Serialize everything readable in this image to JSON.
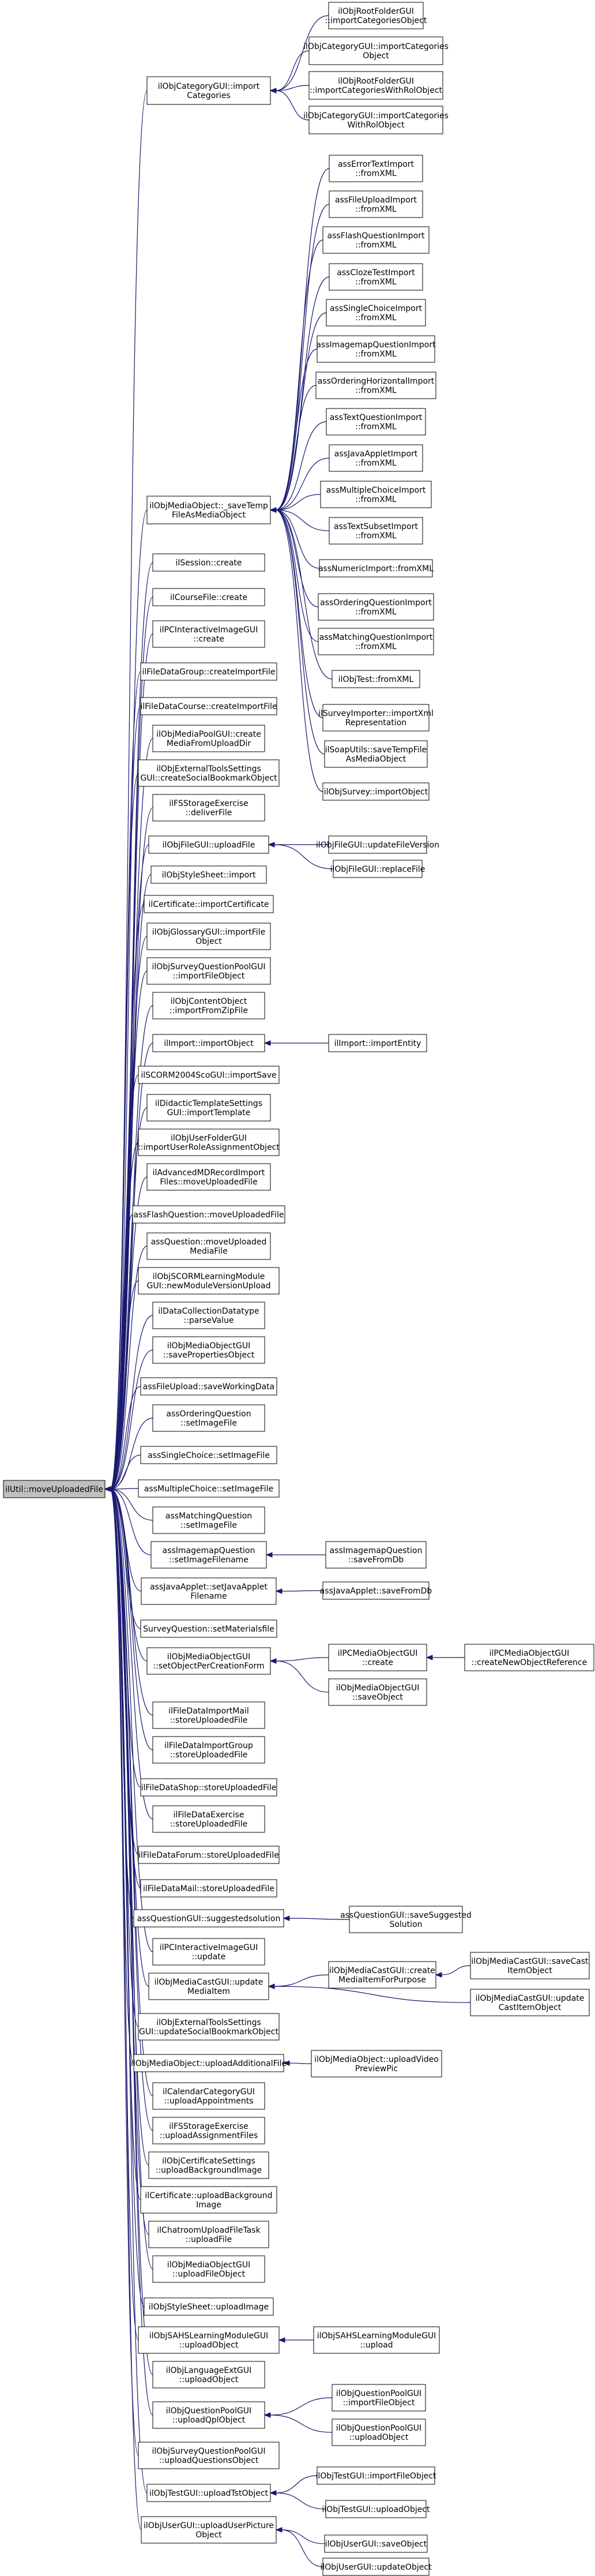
{
  "graph": {
    "root": "ilUtil::moveUploadedFile",
    "colors": {
      "edge": "#191970",
      "root_fill": "#bfbfbf",
      "node_fill": "#ffffff",
      "node_border": "#000000"
    },
    "nodes": [
      {
        "id": "root",
        "lines": [
          "ilUtil::moveUploadedFile"
        ]
      },
      {
        "id": "a1",
        "lines": [
          "ilObjCategoryGUI::import",
          "Categories"
        ]
      },
      {
        "id": "a1_1",
        "lines": [
          "ilObjRootFolderGUI",
          "::importCategoriesObject"
        ]
      },
      {
        "id": "a1_2",
        "lines": [
          "ilObjCategoryGUI::importCategories",
          "Object"
        ]
      },
      {
        "id": "a1_3",
        "lines": [
          "ilObjRootFolderGUI",
          "::importCategoriesWithRolObject"
        ]
      },
      {
        "id": "a1_4",
        "lines": [
          "ilObjCategoryGUI::importCategories",
          "WithRolObject"
        ]
      },
      {
        "id": "a2",
        "lines": [
          "ilObjMediaObject::_saveTemp",
          "FileAsMediaObject"
        ]
      },
      {
        "id": "a2_1",
        "lines": [
          "assErrorTextImport",
          "::fromXML"
        ]
      },
      {
        "id": "a2_2",
        "lines": [
          "assFileUploadImport",
          "::fromXML"
        ]
      },
      {
        "id": "a2_3",
        "lines": [
          "assFlashQuestionImport",
          "::fromXML"
        ]
      },
      {
        "id": "a2_4",
        "lines": [
          "assClozeTestImport",
          "::fromXML"
        ]
      },
      {
        "id": "a2_5",
        "lines": [
          "assSingleChoiceImport",
          "::fromXML"
        ]
      },
      {
        "id": "a2_6",
        "lines": [
          "assImagemapQuestionImport",
          "::fromXML"
        ]
      },
      {
        "id": "a2_7",
        "lines": [
          "assOrderingHorizontalImport",
          "::fromXML"
        ]
      },
      {
        "id": "a2_8",
        "lines": [
          "assTextQuestionImport",
          "::fromXML"
        ]
      },
      {
        "id": "a2_9",
        "lines": [
          "assJavaAppletImport",
          "::fromXML"
        ]
      },
      {
        "id": "a2_10",
        "lines": [
          "assMultipleChoiceImport",
          "::fromXML"
        ]
      },
      {
        "id": "a2_11",
        "lines": [
          "assTextSubsetImport",
          "::fromXML"
        ]
      },
      {
        "id": "a2_12",
        "lines": [
          "assNumericImport::fromXML"
        ]
      },
      {
        "id": "a2_13",
        "lines": [
          "assOrderingQuestionImport",
          "::fromXML"
        ]
      },
      {
        "id": "a2_14",
        "lines": [
          "assMatchingQuestionImport",
          "::fromXML"
        ]
      },
      {
        "id": "a2_15",
        "lines": [
          "ilObjTest::fromXML"
        ]
      },
      {
        "id": "a2_16",
        "lines": [
          "ilSurveyImporter::importXml",
          "Representation"
        ]
      },
      {
        "id": "a2_17",
        "lines": [
          "ilSoapUtils::saveTempFile",
          "AsMediaObject"
        ]
      },
      {
        "id": "a2_18",
        "lines": [
          "ilObjSurvey::importObject"
        ]
      },
      {
        "id": "a3",
        "lines": [
          "ilSession::create"
        ]
      },
      {
        "id": "a4",
        "lines": [
          "ilCourseFile::create"
        ]
      },
      {
        "id": "a5",
        "lines": [
          "ilPCInteractiveImageGUI",
          "::create"
        ]
      },
      {
        "id": "a6",
        "lines": [
          "ilFileDataGroup::createImportFile"
        ]
      },
      {
        "id": "a7",
        "lines": [
          "ilFileDataCourse::createImportFile"
        ]
      },
      {
        "id": "a8",
        "lines": [
          "ilObjMediaPoolGUI::create",
          "MediaFromUploadDir"
        ]
      },
      {
        "id": "a9",
        "lines": [
          "ilObjExternalToolsSettings",
          "GUI::createSocialBookmarkObject"
        ]
      },
      {
        "id": "a10",
        "lines": [
          "ilFSStorageExercise",
          "::deliverFile"
        ]
      },
      {
        "id": "a11",
        "lines": [
          "ilObjFileGUI::uploadFile"
        ]
      },
      {
        "id": "a11_1",
        "lines": [
          "ilObjFileGUI::updateFileVersion"
        ]
      },
      {
        "id": "a11_2",
        "lines": [
          "ilObjFileGUI::replaceFile"
        ]
      },
      {
        "id": "a12",
        "lines": [
          "ilObjStyleSheet::import"
        ]
      },
      {
        "id": "a13",
        "lines": [
          "ilCertificate::importCertificate"
        ]
      },
      {
        "id": "a14",
        "lines": [
          "ilObjGlossaryGUI::importFile",
          "Object"
        ]
      },
      {
        "id": "a15",
        "lines": [
          "ilObjSurveyQuestionPoolGUI",
          "::importFileObject"
        ]
      },
      {
        "id": "a16",
        "lines": [
          "ilObjContentObject",
          "::importFromZipFile"
        ]
      },
      {
        "id": "a17",
        "lines": [
          "ilImport::importObject"
        ]
      },
      {
        "id": "a17_1",
        "lines": [
          "ilImport::importEntity"
        ]
      },
      {
        "id": "a18",
        "lines": [
          "ilSCORM2004ScoGUI::importSave"
        ]
      },
      {
        "id": "a19",
        "lines": [
          "ilDidacticTemplateSettings",
          "GUI::importTemplate"
        ]
      },
      {
        "id": "a20",
        "lines": [
          "ilObjUserFolderGUI",
          "::importUserRoleAssignmentObject"
        ]
      },
      {
        "id": "a21",
        "lines": [
          "ilAdvancedMDRecordImport",
          "Files::moveUploadedFile"
        ]
      },
      {
        "id": "a22",
        "lines": [
          "assFlashQuestion::moveUploadedFile"
        ]
      },
      {
        "id": "a23",
        "lines": [
          "assQuestion::moveUploaded",
          "MediaFile"
        ]
      },
      {
        "id": "a24",
        "lines": [
          "ilObjSCORMLearningModule",
          "GUI::newModuleVersionUpload"
        ]
      },
      {
        "id": "a25",
        "lines": [
          "ilDataCollectionDatatype",
          "::parseValue"
        ]
      },
      {
        "id": "a26",
        "lines": [
          "ilObjMediaObjectGUI",
          "::savePropertiesObject"
        ]
      },
      {
        "id": "a27",
        "lines": [
          "assFileUpload::saveWorkingData"
        ]
      },
      {
        "id": "a28",
        "lines": [
          "assOrderingQuestion",
          "::setImageFile"
        ]
      },
      {
        "id": "a29",
        "lines": [
          "assSingleChoice::setImageFile"
        ]
      },
      {
        "id": "a30",
        "lines": [
          "assMultipleChoice::setImageFile"
        ]
      },
      {
        "id": "a31",
        "lines": [
          "assMatchingQuestion",
          "::setImageFile"
        ]
      },
      {
        "id": "a32",
        "lines": [
          "assImagemapQuestion",
          "::setImageFilename"
        ]
      },
      {
        "id": "a32_1",
        "lines": [
          "assImagemapQuestion",
          "::saveFromDb"
        ]
      },
      {
        "id": "a33",
        "lines": [
          "assJavaApplet::setJavaApplet",
          "Filename"
        ]
      },
      {
        "id": "a33_1",
        "lines": [
          "assJavaApplet::saveFromDb"
        ]
      },
      {
        "id": "a34",
        "lines": [
          "SurveyQuestion::setMaterialsfile"
        ]
      },
      {
        "id": "a35",
        "lines": [
          "ilObjMediaObjectGUI",
          "::setObjectPerCreationForm"
        ]
      },
      {
        "id": "a35_1",
        "lines": [
          "ilPCMediaObjectGUI",
          "::create"
        ]
      },
      {
        "id": "a35_1_1",
        "lines": [
          "ilPCMediaObjectGUI",
          "::createNewObjectReference"
        ]
      },
      {
        "id": "a35_2",
        "lines": [
          "ilObjMediaObjectGUI",
          "::saveObject"
        ]
      },
      {
        "id": "a36",
        "lines": [
          "ilFileDataImportMail",
          "::storeUploadedFile"
        ]
      },
      {
        "id": "a37",
        "lines": [
          "ilFileDataImportGroup",
          "::storeUploadedFile"
        ]
      },
      {
        "id": "a38",
        "lines": [
          "ilFileDataShop::storeUploadedFile"
        ]
      },
      {
        "id": "a39",
        "lines": [
          "ilFileDataExercise",
          "::storeUploadedFile"
        ]
      },
      {
        "id": "a40",
        "lines": [
          "ilFileDataForum::storeUploadedFile"
        ]
      },
      {
        "id": "a41",
        "lines": [
          "ilFileDataMail::storeUploadedFile"
        ]
      },
      {
        "id": "a42",
        "lines": [
          "assQuestionGUI::suggestedsolution"
        ]
      },
      {
        "id": "a42_1",
        "lines": [
          "assQuestionGUI::saveSuggested",
          "Solution"
        ]
      },
      {
        "id": "a43",
        "lines": [
          "ilPCInteractiveImageGUI",
          "::update"
        ]
      },
      {
        "id": "a44",
        "lines": [
          "ilObjMediaCastGUI::update",
          "MediaItem"
        ]
      },
      {
        "id": "a44_1",
        "lines": [
          "ilObjMediaCastGUI::create",
          "MediaItemForPurpose"
        ]
      },
      {
        "id": "a44_1_1",
        "lines": [
          "ilObjMediaCastGUI::saveCast",
          "ItemObject"
        ]
      },
      {
        "id": "a44_2",
        "lines": [
          "ilObjMediaCastGUI::update",
          "CastItemObject"
        ]
      },
      {
        "id": "a45",
        "lines": [
          "ilObjExternalToolsSettings",
          "GUI::updateSocialBookmarkObject"
        ]
      },
      {
        "id": "a46",
        "lines": [
          "ilObjMediaObject::uploadAdditionalFile"
        ]
      },
      {
        "id": "a46_1",
        "lines": [
          "ilObjMediaObject::uploadVideo",
          "PreviewPic"
        ]
      },
      {
        "id": "a47",
        "lines": [
          "ilCalendarCategoryGUI",
          "::uploadAppointments"
        ]
      },
      {
        "id": "a48",
        "lines": [
          "ilFSStorageExercise",
          "::uploadAssignmentFiles"
        ]
      },
      {
        "id": "a49",
        "lines": [
          "ilObjCertificateSettings",
          "::uploadBackgroundImage"
        ]
      },
      {
        "id": "a50",
        "lines": [
          "ilCertificate::uploadBackground",
          "Image"
        ]
      },
      {
        "id": "a51",
        "lines": [
          "ilChatroomUploadFileTask",
          "::uploadFile"
        ]
      },
      {
        "id": "a52",
        "lines": [
          "ilObjMediaObjectGUI",
          "::uploadFileObject"
        ]
      },
      {
        "id": "a53",
        "lines": [
          "ilObjStyleSheet::uploadImage"
        ]
      },
      {
        "id": "a54",
        "lines": [
          "ilObjSAHSLearningModuleGUI",
          "::uploadObject"
        ]
      },
      {
        "id": "a54_1",
        "lines": [
          "ilObjSAHSLearningModuleGUI",
          "::upload"
        ]
      },
      {
        "id": "a55",
        "lines": [
          "ilObjLanguageExtGUI",
          "::uploadObject"
        ]
      },
      {
        "id": "a56",
        "lines": [
          "ilObjQuestionPoolGUI",
          "::uploadQplObject"
        ]
      },
      {
        "id": "a56_1",
        "lines": [
          "ilObjQuestionPoolGUI",
          "::importFileObject"
        ]
      },
      {
        "id": "a56_2",
        "lines": [
          "ilObjQuestionPoolGUI",
          "::uploadObject"
        ]
      },
      {
        "id": "a57",
        "lines": [
          "ilObjSurveyQuestionPoolGUI",
          "::uploadQuestionsObject"
        ]
      },
      {
        "id": "a58",
        "lines": [
          "ilObjTestGUI::uploadTstObject"
        ]
      },
      {
        "id": "a58_1",
        "lines": [
          "ilObjTestGUI::importFileObject"
        ]
      },
      {
        "id": "a58_2",
        "lines": [
          "ilObjTestGUI::uploadObject"
        ]
      },
      {
        "id": "a59",
        "lines": [
          "ilObjUserGUI::uploadUserPicture",
          "Object"
        ]
      },
      {
        "id": "a59_1",
        "lines": [
          "ilObjUserGUI::saveObject"
        ]
      },
      {
        "id": "a59_2",
        "lines": [
          "ilObjUserGUI::updateObject"
        ]
      }
    ],
    "edges": [
      [
        "a1",
        "root"
      ],
      [
        "a2",
        "root"
      ],
      [
        "a3",
        "root"
      ],
      [
        "a4",
        "root"
      ],
      [
        "a5",
        "root"
      ],
      [
        "a6",
        "root"
      ],
      [
        "a7",
        "root"
      ],
      [
        "a8",
        "root"
      ],
      [
        "a9",
        "root"
      ],
      [
        "a10",
        "root"
      ],
      [
        "a11",
        "root"
      ],
      [
        "a12",
        "root"
      ],
      [
        "a13",
        "root"
      ],
      [
        "a14",
        "root"
      ],
      [
        "a15",
        "root"
      ],
      [
        "a16",
        "root"
      ],
      [
        "a17",
        "root"
      ],
      [
        "a18",
        "root"
      ],
      [
        "a19",
        "root"
      ],
      [
        "a20",
        "root"
      ],
      [
        "a21",
        "root"
      ],
      [
        "a22",
        "root"
      ],
      [
        "a23",
        "root"
      ],
      [
        "a24",
        "root"
      ],
      [
        "a25",
        "root"
      ],
      [
        "a26",
        "root"
      ],
      [
        "a27",
        "root"
      ],
      [
        "a28",
        "root"
      ],
      [
        "a29",
        "root"
      ],
      [
        "a30",
        "root"
      ],
      [
        "a31",
        "root"
      ],
      [
        "a32",
        "root"
      ],
      [
        "a33",
        "root"
      ],
      [
        "a34",
        "root"
      ],
      [
        "a35",
        "root"
      ],
      [
        "a36",
        "root"
      ],
      [
        "a37",
        "root"
      ],
      [
        "a38",
        "root"
      ],
      [
        "a39",
        "root"
      ],
      [
        "a40",
        "root"
      ],
      [
        "a41",
        "root"
      ],
      [
        "a42",
        "root"
      ],
      [
        "a43",
        "root"
      ],
      [
        "a44",
        "root"
      ],
      [
        "a45",
        "root"
      ],
      [
        "a46",
        "root"
      ],
      [
        "a47",
        "root"
      ],
      [
        "a48",
        "root"
      ],
      [
        "a49",
        "root"
      ],
      [
        "a50",
        "root"
      ],
      [
        "a51",
        "root"
      ],
      [
        "a52",
        "root"
      ],
      [
        "a53",
        "root"
      ],
      [
        "a54",
        "root"
      ],
      [
        "a55",
        "root"
      ],
      [
        "a56",
        "root"
      ],
      [
        "a57",
        "root"
      ],
      [
        "a58",
        "root"
      ],
      [
        "a59",
        "root"
      ],
      [
        "a1_1",
        "a1"
      ],
      [
        "a1_2",
        "a1"
      ],
      [
        "a1_3",
        "a1"
      ],
      [
        "a1_4",
        "a1"
      ],
      [
        "a2_1",
        "a2"
      ],
      [
        "a2_2",
        "a2"
      ],
      [
        "a2_3",
        "a2"
      ],
      [
        "a2_4",
        "a2"
      ],
      [
        "a2_5",
        "a2"
      ],
      [
        "a2_6",
        "a2"
      ],
      [
        "a2_7",
        "a2"
      ],
      [
        "a2_8",
        "a2"
      ],
      [
        "a2_9",
        "a2"
      ],
      [
        "a2_10",
        "a2"
      ],
      [
        "a2_11",
        "a2"
      ],
      [
        "a2_12",
        "a2"
      ],
      [
        "a2_13",
        "a2"
      ],
      [
        "a2_14",
        "a2"
      ],
      [
        "a2_15",
        "a2"
      ],
      [
        "a2_16",
        "a2"
      ],
      [
        "a2_17",
        "a2"
      ],
      [
        "a2_18",
        "a2"
      ],
      [
        "a11_1",
        "a11"
      ],
      [
        "a11_2",
        "a11"
      ],
      [
        "a17_1",
        "a17"
      ],
      [
        "a32_1",
        "a32"
      ],
      [
        "a33_1",
        "a33"
      ],
      [
        "a35_1",
        "a35"
      ],
      [
        "a35_2",
        "a35"
      ],
      [
        "a35_1_1",
        "a35_1"
      ],
      [
        "a42_1",
        "a42"
      ],
      [
        "a44_1",
        "a44"
      ],
      [
        "a44_2",
        "a44"
      ],
      [
        "a44_1_1",
        "a44_1"
      ],
      [
        "a46_1",
        "a46"
      ],
      [
        "a54_1",
        "a54"
      ],
      [
        "a56_1",
        "a56"
      ],
      [
        "a56_2",
        "a56"
      ],
      [
        "a58_1",
        "a58"
      ],
      [
        "a58_2",
        "a58"
      ],
      [
        "a59_1",
        "a59"
      ],
      [
        "a59_2",
        "a59"
      ]
    ]
  }
}
